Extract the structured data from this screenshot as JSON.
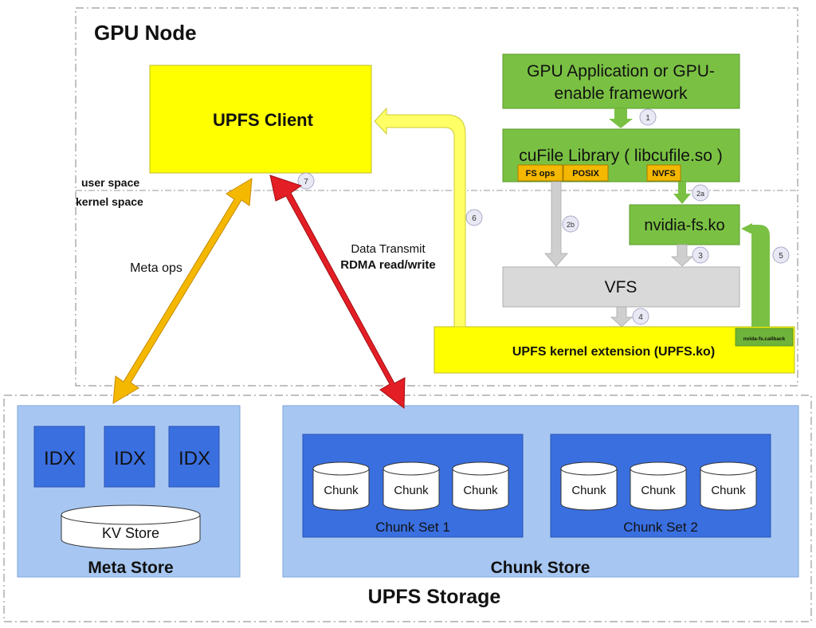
{
  "gpu_node": {
    "title": "GPU Node",
    "user_space_label": "user space",
    "kernel_space_label": "kernel space"
  },
  "upfs_client": {
    "label": "UPFS Client"
  },
  "gpu_app": {
    "line1": "GPU Application or GPU-",
    "line2": "enable framework"
  },
  "cufile": {
    "label": "cuFile Library ( libcufile.so )",
    "tags": [
      "FS ops",
      "POSIX",
      "NVFS"
    ]
  },
  "nvidia_fs": {
    "label": "nvidia-fs.ko"
  },
  "vfs": {
    "label": "VFS"
  },
  "upfs_kernel": {
    "label": "UPFS kernel extension (UPFS.ko)",
    "callback_label": "nvida-fs.callback"
  },
  "steps": [
    "1",
    "2a",
    "2b",
    "3",
    "4",
    "5",
    "6",
    "7"
  ],
  "edges": {
    "meta_ops": "Meta ops",
    "data_transmit": "Data Transmit",
    "rdma": "RDMA read/write"
  },
  "storage": {
    "title": "UPFS Storage",
    "meta_store": {
      "title": "Meta Store",
      "idx": [
        "IDX",
        "IDX",
        "IDX"
      ],
      "kv": "KV Store"
    },
    "chunk_store": {
      "title": "Chunk Store",
      "sets": [
        {
          "label": "Chunk Set 1",
          "chunks": [
            "Chunk",
            "Chunk",
            "Chunk"
          ]
        },
        {
          "label": "Chunk Set 2",
          "chunks": [
            "Chunk",
            "Chunk",
            "Chunk"
          ]
        }
      ]
    }
  },
  "colors": {
    "yellow": "#ffff00",
    "green": "#7ac143",
    "gray": "#d9d9d9",
    "orange_tag": "#f5b800",
    "orange_arrow": "#f5b800",
    "red_arrow": "#e31e24",
    "storage_outer": "#bdd7f3",
    "storage_inner": "#a7c7f2",
    "blue_dark": "#3a6fe0"
  }
}
